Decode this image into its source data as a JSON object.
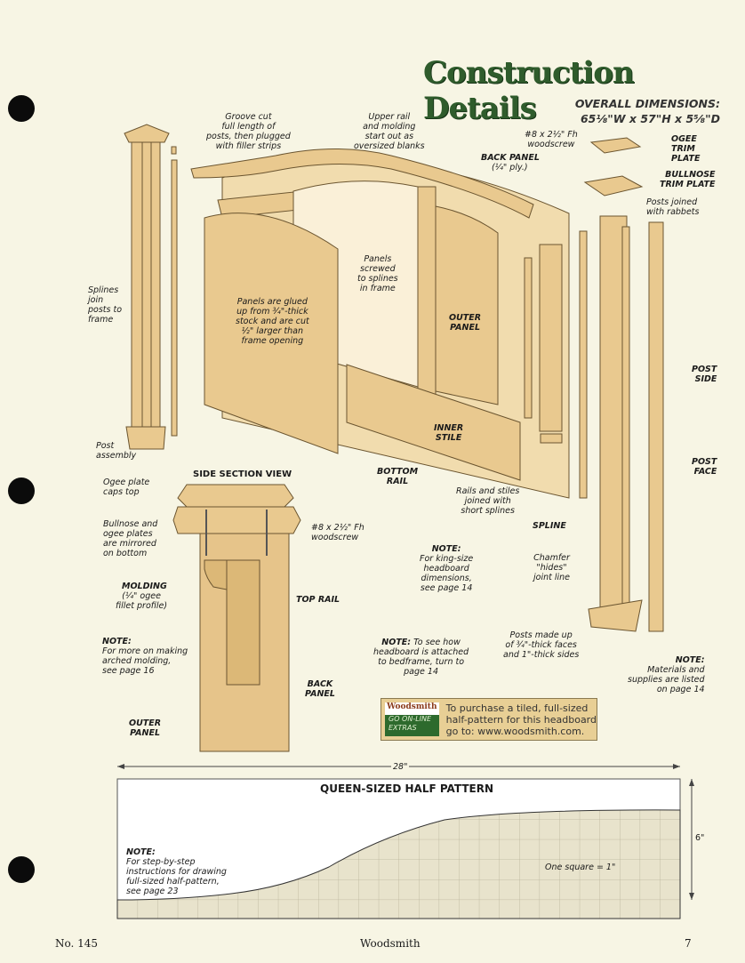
{
  "title": "Construction Details",
  "dimensions": {
    "label": "OVERALL DIMENSIONS:",
    "value": "65⅛\"W x 57\"H x 5⅝\"D"
  },
  "labels": {
    "groove": "Groove cut\nfull length of\nposts, then plugged\nwith filler strips",
    "upper_rail": "Upper rail\nand molding\nstart out as\noversized blanks",
    "woodscrew_top": "#8 x 2½\" Fh\nwoodscrew",
    "back_panel": "BACK PANEL",
    "back_panel_sub": "(¼\" ply.)",
    "ogee_trim": "OGEE\nTRIM\nPLATE",
    "bullnose_trim": "BULLNOSE\nTRIM PLATE",
    "posts_rabbets": "Posts joined\nwith rabbets",
    "splines_join": "Splines\njoin\nposts to\nframe",
    "panels_glued": "Panels are glued\nup from ¾\"-thick\nstock and are cut\n½\" larger than\nframe opening",
    "panels_screwed": "Panels\nscrewed\nto splines\nin frame",
    "outer_panel": "OUTER\nPANEL",
    "inner_stile": "INNER\nSTILE",
    "bottom_rail": "BOTTOM\nRAIL",
    "rails_stiles": "Rails and stiles\njoined with\nshort splines",
    "spline": "SPLINE",
    "post_side": "POST\nSIDE",
    "post_face": "POST\nFACE",
    "post_assembly": "Post\nassembly",
    "chamfer": "Chamfer\n\"hides\"\njoint line",
    "posts_made": "Posts made up\nof ¾\"-thick faces\nand 1\"-thick sides",
    "note_king": "For king-size\nheadboard\ndimensions,\nsee page 14",
    "note_bedframe": "To see how\nheadboard is attached\nto bedframe, turn to\npage 14",
    "note_materials": "Materials and\nsupplies are listed\non page 14",
    "note": "NOTE:"
  },
  "section": {
    "title": "SIDE SECTION VIEW",
    "ogee_caps": "Ogee plate\ncaps top",
    "bullnose_mirrored": "Bullnose and\nogee plates\nare mirrored\non bottom",
    "woodscrew": "#8 x 2½\" Fh\nwoodscrew",
    "molding": "MOLDING",
    "molding_sub": "(¼\" ogee\nfillet profile)",
    "top_rail": "TOP RAIL",
    "note_arched": "For more on making\narched molding,\nsee page 16",
    "back_panel": "BACK\nPANEL",
    "outer_panel": "OUTER\nPANEL"
  },
  "promo": {
    "logo_top": "Woodsmith",
    "logo_go": "GO",
    "logo_bottom": "ON-LINE\nEXTRAS",
    "text": "To purchase a tiled, full-sized\nhalf-pattern for this headboard\ngo to: www.woodsmith.com."
  },
  "pattern": {
    "title": "QUEEN-SIZED HALF PATTERN",
    "width_label": "28\"",
    "height_label": "6\"",
    "scale": "One square = 1\"",
    "note": "For step-by-step\ninstructions for drawing\nfull-sized half-pattern,\nsee page 23"
  },
  "footer": {
    "issue": "No. 145",
    "magazine": "Woodsmith",
    "page": "7"
  },
  "colors": {
    "title": "#2f5c2c",
    "wood": "#e9c98f",
    "background": "#f7f5e4"
  }
}
